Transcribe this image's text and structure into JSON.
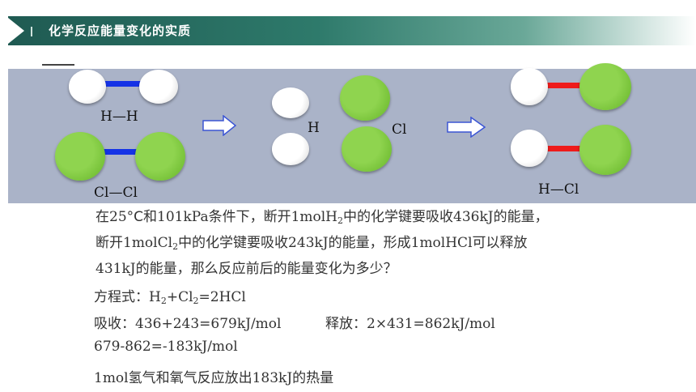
{
  "header": {
    "title": "化学反应能量变化的实质"
  },
  "diagram": {
    "label_hh": "H—H",
    "label_clcl": "Cl—Cl",
    "label_h": "H",
    "label_cl": "Cl",
    "label_hcl": "H—Cl"
  },
  "body": {
    "line1_a": "在25",
    "line1_deg": "°C",
    "line1_b": "和101kPa条件下，断开1molH",
    "line1_sub": "2",
    "line1_c": "中的化学键要吸收436kJ的能量，",
    "line2_a": "断开1molCl",
    "line2_sub": "2",
    "line2_b": "中的化学键要吸收243kJ的能量，形成1molHCl可以释放",
    "line3": "431kJ的能量，那么反应前后的能量变化为多少？",
    "eq_a": "方程式：H",
    "eq_sub1": "2",
    "eq_b": "+Cl",
    "eq_sub2": "2",
    "eq_c": "=2HCl",
    "absorb": "吸收：436+243=679kJ/mol",
    "release": "释放：2×431=862kJ/mol",
    "diff": "679-862=-183kJ/mol",
    "conclusion": "1mol氢气和氧气反应放出183kJ的热量"
  }
}
